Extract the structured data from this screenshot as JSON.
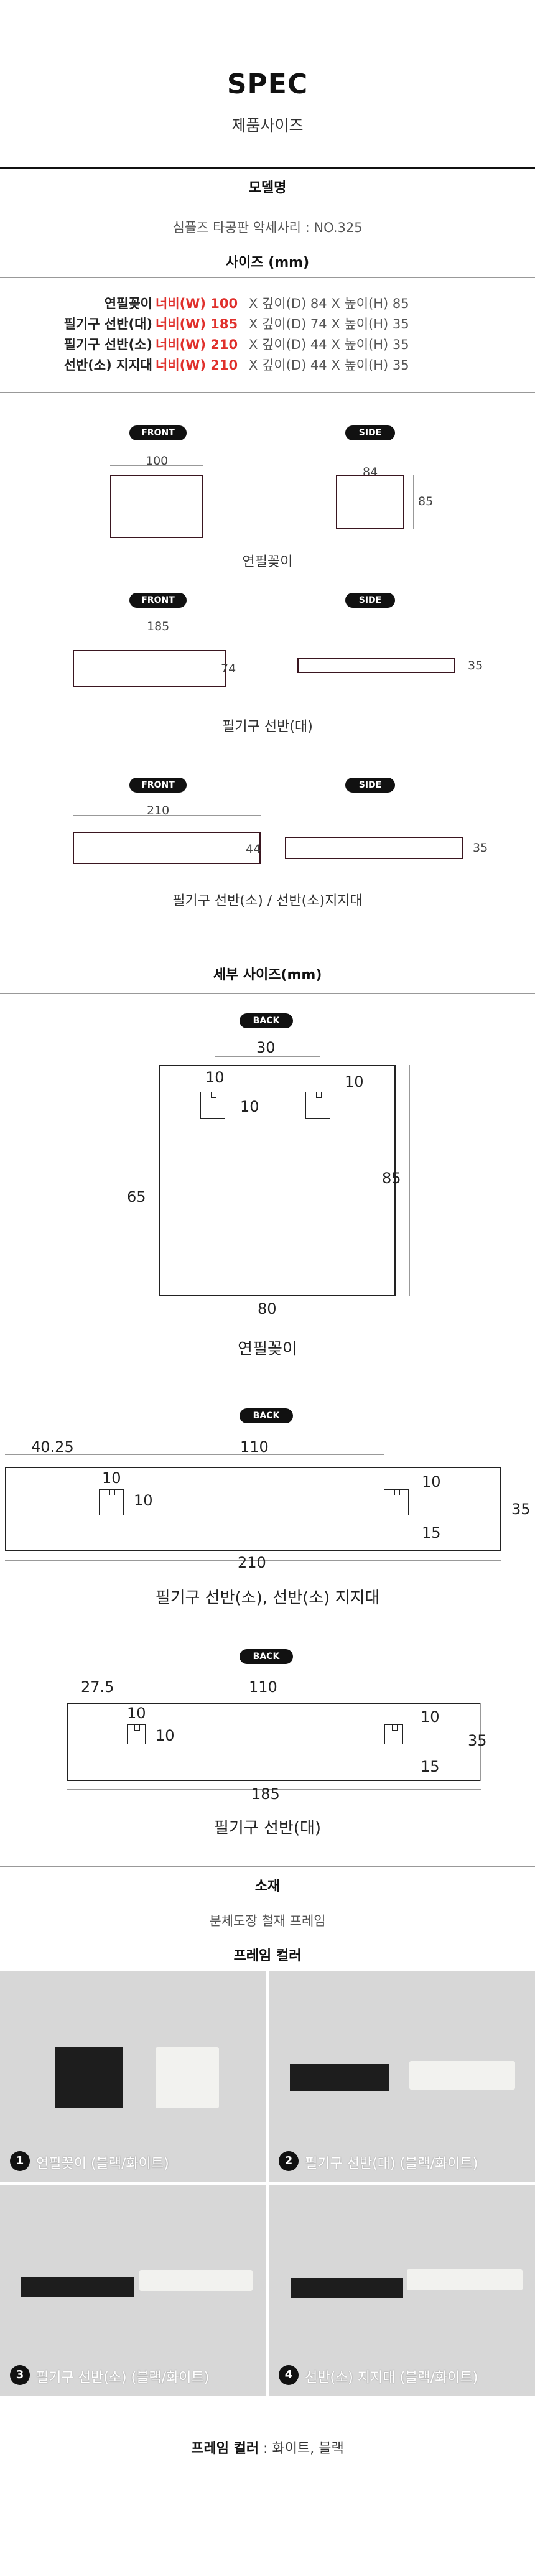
{
  "header": {
    "title": "SPEC",
    "subtitle": "제품사이즈"
  },
  "model": {
    "heading": "모델명",
    "value": "심플즈 타공판 악세사리 : NO.325"
  },
  "size": {
    "heading": "사이즈 (mm)",
    "rows": [
      {
        "name": "연필꽂이",
        "width": "너비(W) 100",
        "rest": "X 깊이(D) 84 X 높이(H) 85"
      },
      {
        "name": "필기구 선반(대)",
        "width": "너비(W) 185",
        "rest": "X 깊이(D) 74 X 높이(H) 35"
      },
      {
        "name": "필기구 선반(소)",
        "width": "너비(W) 210",
        "rest": "X 깊이(D) 44 X 높이(H) 35"
      },
      {
        "name": "선반(소) 지지대",
        "width": "너비(W) 210",
        "rest": "X 깊이(D) 44 X 높이(H) 35"
      }
    ]
  },
  "views": {
    "front": "FRONT",
    "side": "SIDE",
    "back": "BACK",
    "d1": {
      "w": "100",
      "d": "84",
      "h": "85",
      "caption": "연필꽂이"
    },
    "d2": {
      "w": "185",
      "d": "74",
      "h": "35",
      "caption": "필기구 선반(대)"
    },
    "d3": {
      "w": "210",
      "d": "44",
      "h": "35",
      "caption": "필기구 선반(소) / 선반(소)지지대"
    }
  },
  "detail": {
    "heading": "세부 사이즈(mm)",
    "p1": {
      "top": "30",
      "slot_w": "10",
      "slot_h": "10",
      "right_gap": "10",
      "left_h": "65",
      "right_h": "85",
      "bottom": "80",
      "caption": "연필꽂이"
    },
    "p2": {
      "offset": "40.25",
      "span": "110",
      "slot_w": "10",
      "slot_h": "10",
      "r_top": "10",
      "r_bot": "15",
      "h": "35",
      "w": "210",
      "caption": "필기구 선반(소), 선반(소) 지지대"
    },
    "p3": {
      "offset": "27.5",
      "span": "110",
      "slot_w": "10",
      "slot_h": "10",
      "r_top": "10",
      "r_bot": "15",
      "h": "35",
      "w": "185",
      "caption": "필기구 선반(대)"
    }
  },
  "material": {
    "heading": "소재",
    "value": "분체도장 철재 프레임"
  },
  "frame_color": {
    "heading": "프레임 컬러",
    "photos": [
      {
        "num": "1",
        "caption": "연필꽂이 (블랙/화이트)"
      },
      {
        "num": "2",
        "caption": "필기구 선반(대) (블랙/화이트)"
      },
      {
        "num": "3",
        "caption": "필기구 선반(소) (블랙/화이트)"
      },
      {
        "num": "4",
        "caption": "선반(소) 지지대 (블랙/화이트)"
      }
    ],
    "footer_label": "프레임 컬러",
    "footer_value": " : 화이트, 블랙"
  },
  "colors": {
    "accent": "#e0302c",
    "box_border": "#3a1620",
    "pill": "#111111"
  }
}
